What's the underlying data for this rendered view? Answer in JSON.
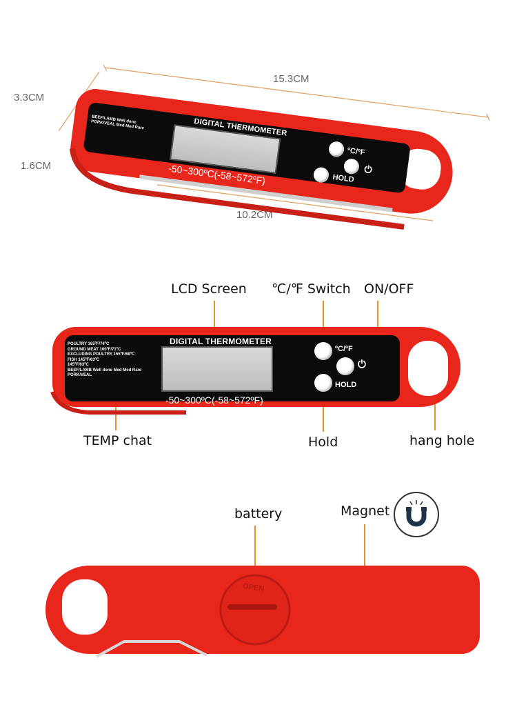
{
  "dimensions": {
    "length": "15.3CM",
    "height": "3.3CM",
    "thickness": "1.6CM",
    "probe": "10.2CM"
  },
  "device": {
    "brand": "DIGITAL THERMOMETER",
    "range": "-50~300ºC(-58~572ºF)",
    "unit_button": "ºC/ºF",
    "hold_button": "HOLD",
    "power_symbol": "⏻",
    "temp_chart": {
      "rows": [
        "POULTRY 165ºF/74ºC",
        "GROUND MEAT 160ºF/71ºC",
        "EXCLUDING POULTRY 155ºF/68ºC",
        "FISH 145ºF/63ºC",
        "145ºF/63ºC"
      ],
      "bottom": [
        "BEEF/LAMB",
        "PORK/VEAL",
        "Well done",
        "Med",
        "Med Rare"
      ]
    }
  },
  "callouts": {
    "lcd": "LCD Screen",
    "switch": "℃/℉ Switch",
    "power": "ON/OFF",
    "temp_chart": "TEMP chat",
    "hold": "Hold",
    "hang_hole": "hang hole",
    "battery": "battery",
    "magnet": "Magnet"
  },
  "back": {
    "battery_cover_text": "OPEN"
  },
  "icons": [
    "magnet-icon",
    "power-icon"
  ]
}
